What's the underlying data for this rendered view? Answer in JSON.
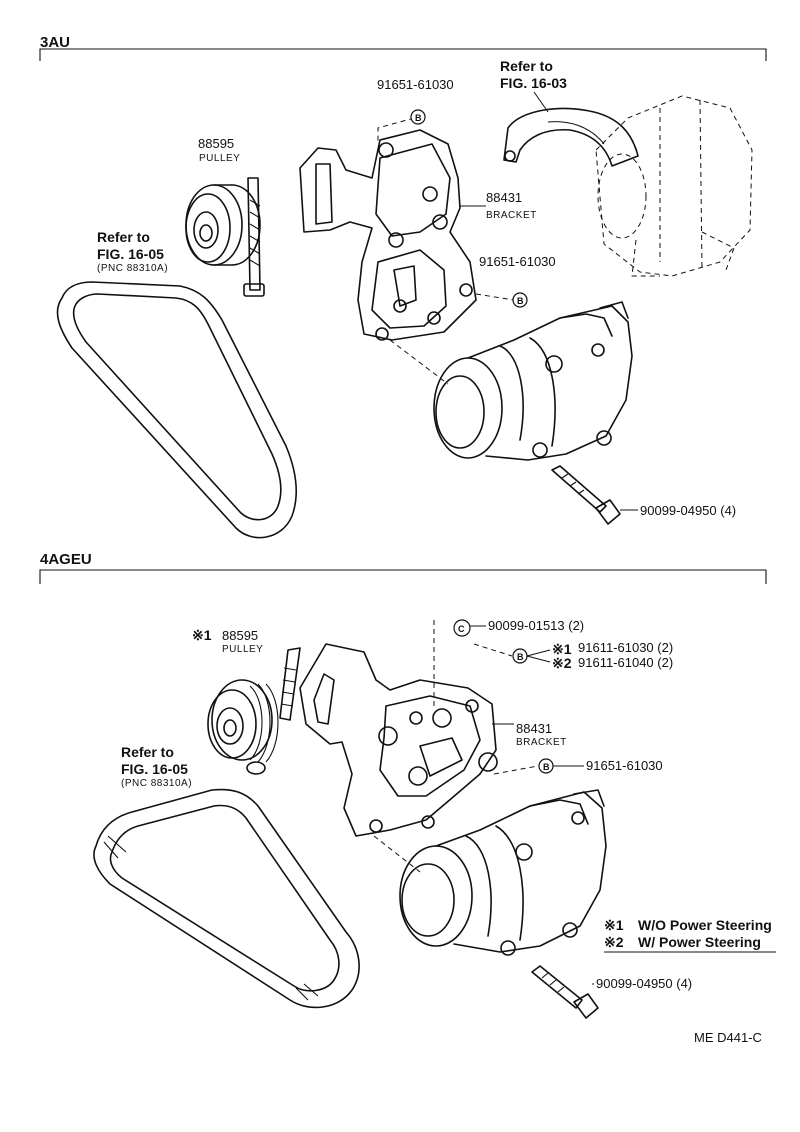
{
  "sections": {
    "top": {
      "code": "3AU"
    },
    "bottom": {
      "code": "4AGEU"
    }
  },
  "top": {
    "pulley": {
      "number": "88595",
      "name": "PULLEY"
    },
    "belt_ref": {
      "line1": "Refer to",
      "line2": "FIG. 16-05",
      "line3": "(PNC 88310A)"
    },
    "alt_ref": {
      "line1": "Refer to",
      "line2": "FIG. 16-03"
    },
    "bracket": {
      "number": "88431",
      "name": "BRACKET"
    },
    "bolt_a": {
      "number": "91651-61030",
      "mark": "B"
    },
    "bolt_b": {
      "number": "91651-61030",
      "mark": "B"
    },
    "compressor_bolt": {
      "number": "90099-04950 (4)"
    }
  },
  "bottom": {
    "pulley": {
      "ref": "※1",
      "number": "88595",
      "name": "PULLEY"
    },
    "belt_ref": {
      "line1": "Refer to",
      "line2": "FIG. 16-05",
      "line3": "(PNC 88310A)"
    },
    "washer": {
      "number": "90099-01513 (2)",
      "mark": "C"
    },
    "bolt_mark": "B",
    "bolt_1": {
      "ref": "※1",
      "number": "91611-61030 (2)"
    },
    "bolt_2": {
      "ref": "※2",
      "number": "91611-61040 (2)"
    },
    "bracket": {
      "number": "88431",
      "name": "BRACKET"
    },
    "bolt_c": {
      "number": "91651-61030",
      "mark": "B"
    },
    "compressor_bolt": {
      "number": "90099-04950 (4)"
    },
    "notes": [
      {
        "ref": "※1",
        "text": "W/O Power Steering"
      },
      {
        "ref": "※2",
        "text": "W/ Power Steering"
      }
    ]
  },
  "footer": {
    "code": "ME  D441-C"
  }
}
